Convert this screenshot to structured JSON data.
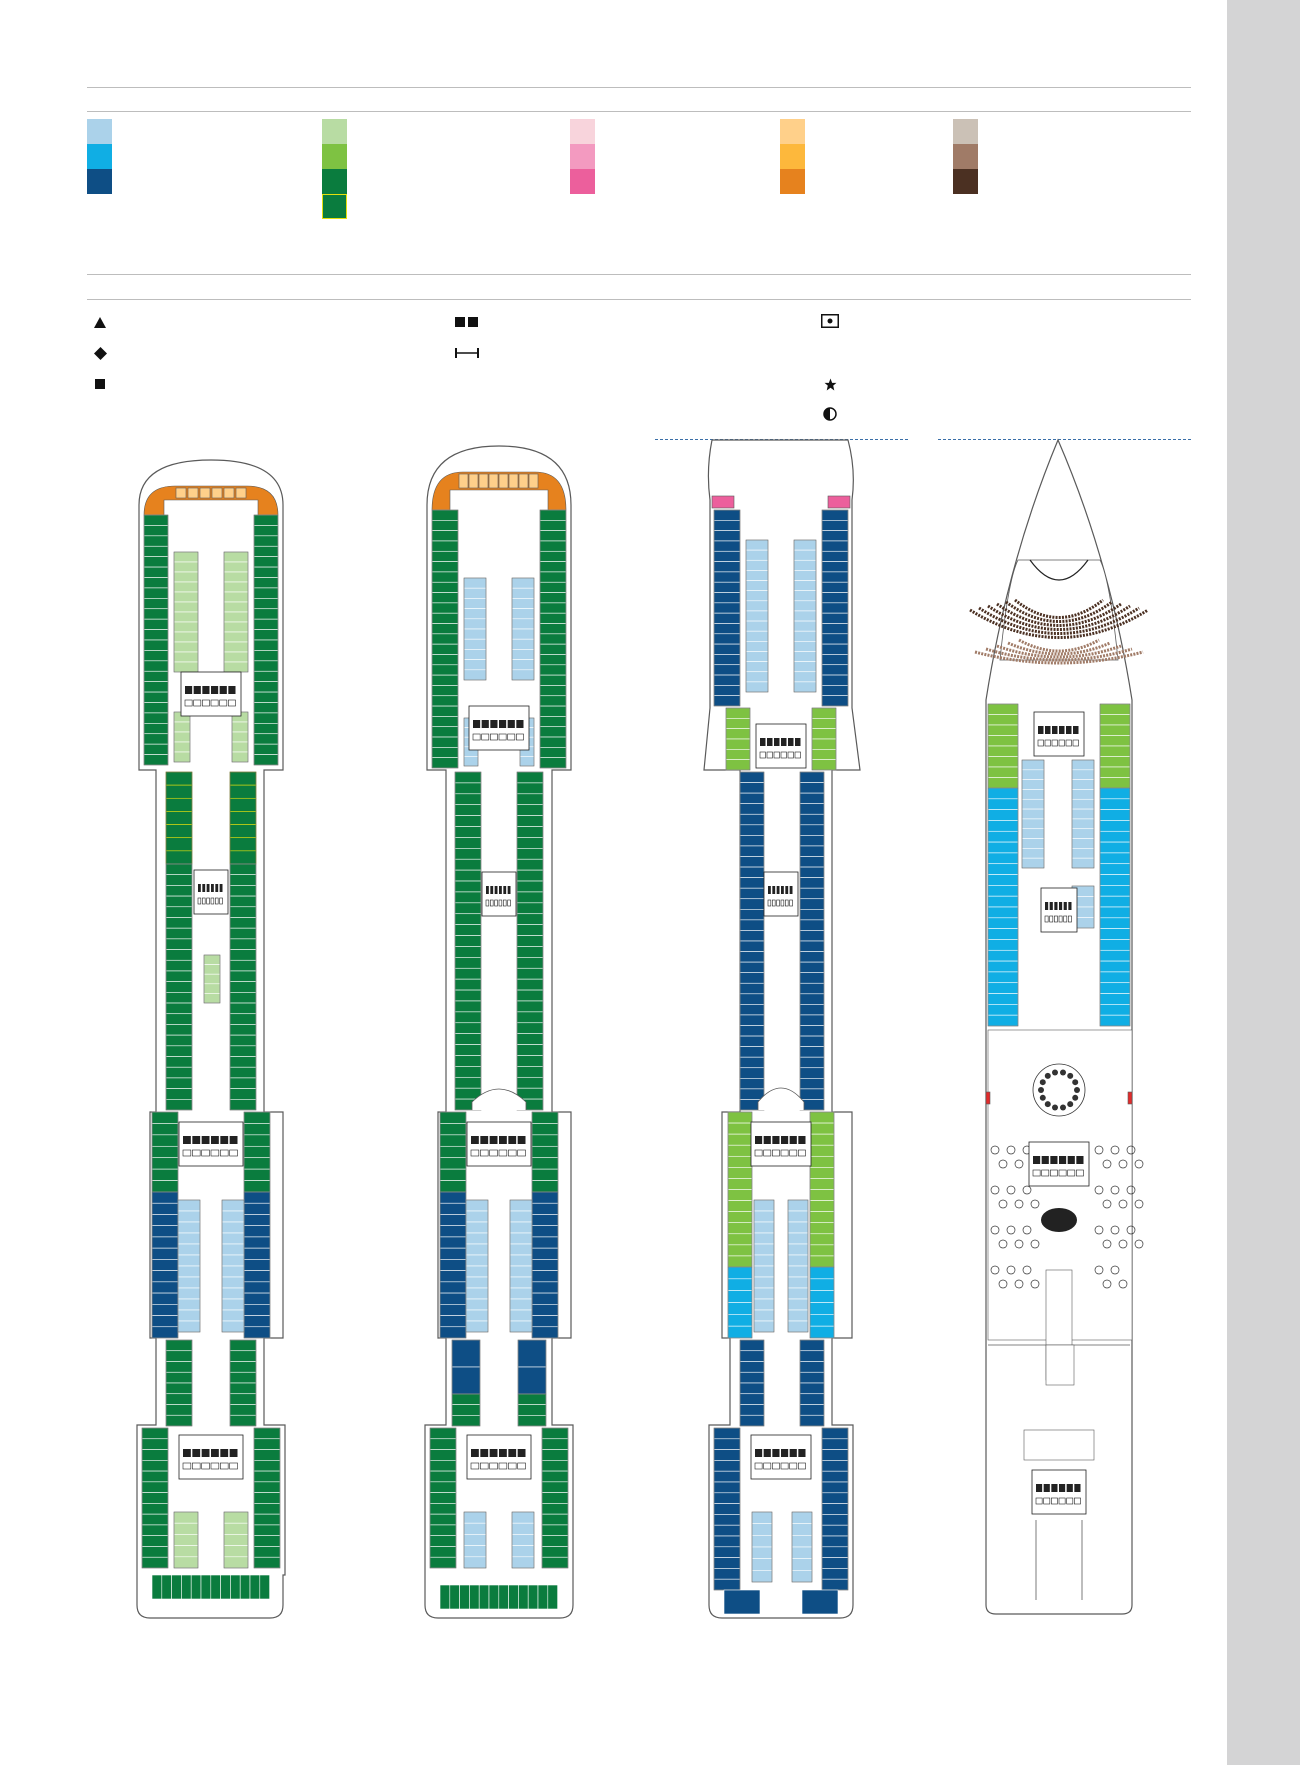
{
  "colors": {
    "blue": [
      "#abd2ea",
      "#10aee4",
      "#0e4e85"
    ],
    "green": [
      "#b8dca3",
      "#7ec242",
      "#0a7c3e",
      "#0a7c3e"
    ],
    "pink": [
      "#f8d4dc",
      "#f39ac0",
      "#ec5f9c"
    ],
    "orange": [
      "#ffd08a",
      "#fdb83c",
      "#e6821e"
    ],
    "brown": [
      "#cbc1b6",
      "#a07b67",
      "#4b3022"
    ],
    "highlight_border": "#e5e00d",
    "dash_line": "#3a6fa8",
    "sidebar": "#d4d4d5",
    "outline": "#5a5a5a"
  },
  "legend_symbols": [
    {
      "icon": "triangle-icon"
    },
    {
      "icon": "diamond-icon"
    },
    {
      "icon": "square-icon"
    },
    {
      "icon": "double-square-icon"
    },
    {
      "icon": "connector-icon"
    },
    {
      "icon": "framed-dot-icon"
    },
    {
      "icon": "star-icon"
    },
    {
      "icon": "half-circle-icon"
    }
  ],
  "decks": [
    {
      "id": "deck-1",
      "bow": "rounded",
      "fore_cabins": "green",
      "center_cabins": "light-green",
      "aft_cabins": "blue"
    },
    {
      "id": "deck-2",
      "bow": "rounded",
      "fore_cabins": "green",
      "center_cabins": "light-blue",
      "aft_cabins": "blue"
    },
    {
      "id": "deck-3",
      "bow": "pointed",
      "fore_cabins": "blue",
      "center_cabins": "light-blue",
      "aft_cabins": "blue"
    },
    {
      "id": "deck-4",
      "bow": "pointed",
      "fore_cabins": "lime-green",
      "center_cabins": "sky-blue",
      "aft_cabins": "public-areas"
    }
  ]
}
